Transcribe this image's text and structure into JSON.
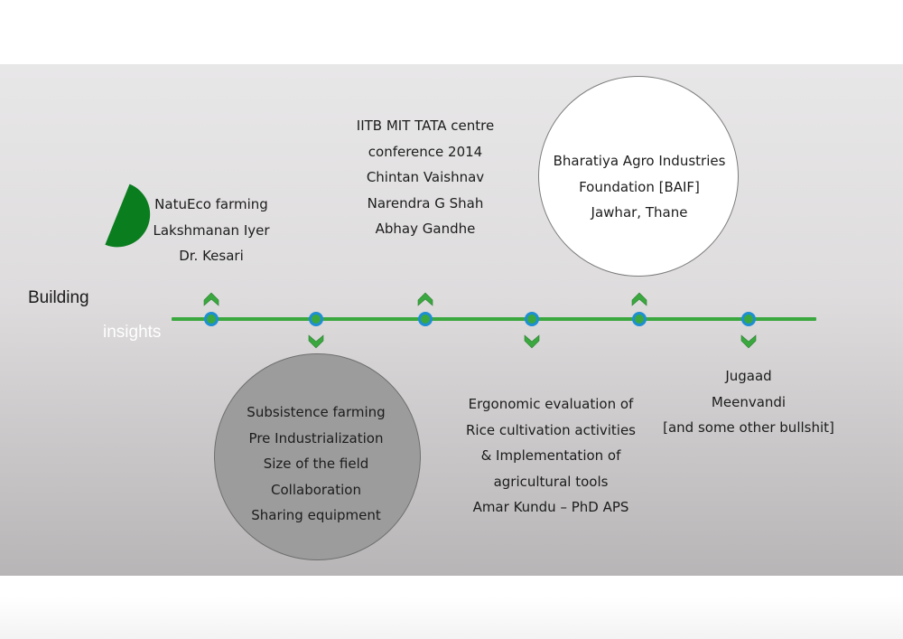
{
  "title": {
    "line1": "Building",
    "line2": "insights"
  },
  "colors": {
    "accent_green": "#3aa83f",
    "dark_green": "#0a7d1f",
    "node_blue": "#1d8fd2"
  },
  "milestones": [
    {
      "direction": "up",
      "lines": [
        "NatuEco farming",
        "Lakshmanan Iyer",
        "Dr. Kesari"
      ]
    },
    {
      "direction": "down",
      "style": "grey-circle",
      "lines": [
        "Subsistence farming",
        "Pre Industrialization",
        "Size of the field",
        "Collaboration",
        "Sharing equipment"
      ]
    },
    {
      "direction": "up",
      "lines": [
        "IITB MIT TATA centre",
        "conference 2014",
        "Chintan Vaishnav",
        "Narendra G Shah",
        "Abhay Gandhe"
      ]
    },
    {
      "direction": "down",
      "lines": [
        "Ergonomic evaluation of",
        "Rice cultivation activities",
        "& Implementation of",
        "agricultural tools",
        "Amar Kundu – PhD APS"
      ]
    },
    {
      "direction": "up",
      "style": "white-circle",
      "lines": [
        "Bharatiya Agro Industries",
        "Foundation [BAIF]",
        "Jawhar, Thane"
      ]
    },
    {
      "direction": "down",
      "lines": [
        "Jugaad",
        "Meenvandi",
        "[and some other bullshit]"
      ]
    }
  ]
}
